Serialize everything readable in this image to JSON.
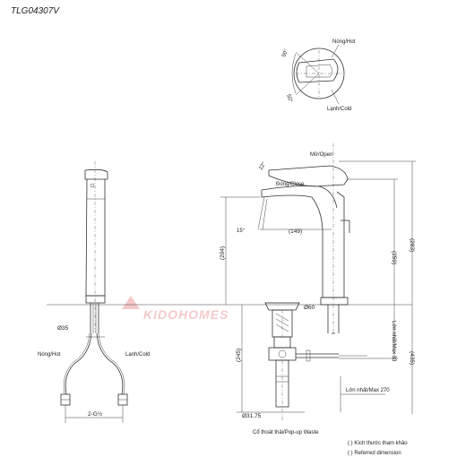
{
  "model": "TLG04307V",
  "labels": {
    "hot_top": "Nóng/Hot",
    "cold_top": "Lạnh/Cold",
    "angle_hot": "50°",
    "angle_cold": "50°",
    "open": "Mở/Open",
    "close": "Đóng/Close",
    "angle_lever": "22°",
    "angle_spout": "15°",
    "hot_left": "Nóng/Hot",
    "cold_left": "Lạnh/Cold",
    "thread": "2-G½",
    "d35": "Ø35",
    "d60": "Ø60",
    "d3175": "Ø31,75",
    "popup": "Cổ thoát thải/Pop-up Waste",
    "max33": "Lớn nhất/Max 33",
    "max270": "Lớn nhất/Max 270",
    "note1": "(  ) Kích thước tham khảo",
    "note2": "(  ) Referred dimension",
    "watermark": "KIDOHOMES"
  },
  "dims": {
    "d149": "(149)",
    "d204": "(204)",
    "d259": "(259)",
    "d283": "(283)",
    "d245": "(245)",
    "d435": "(435)"
  }
}
